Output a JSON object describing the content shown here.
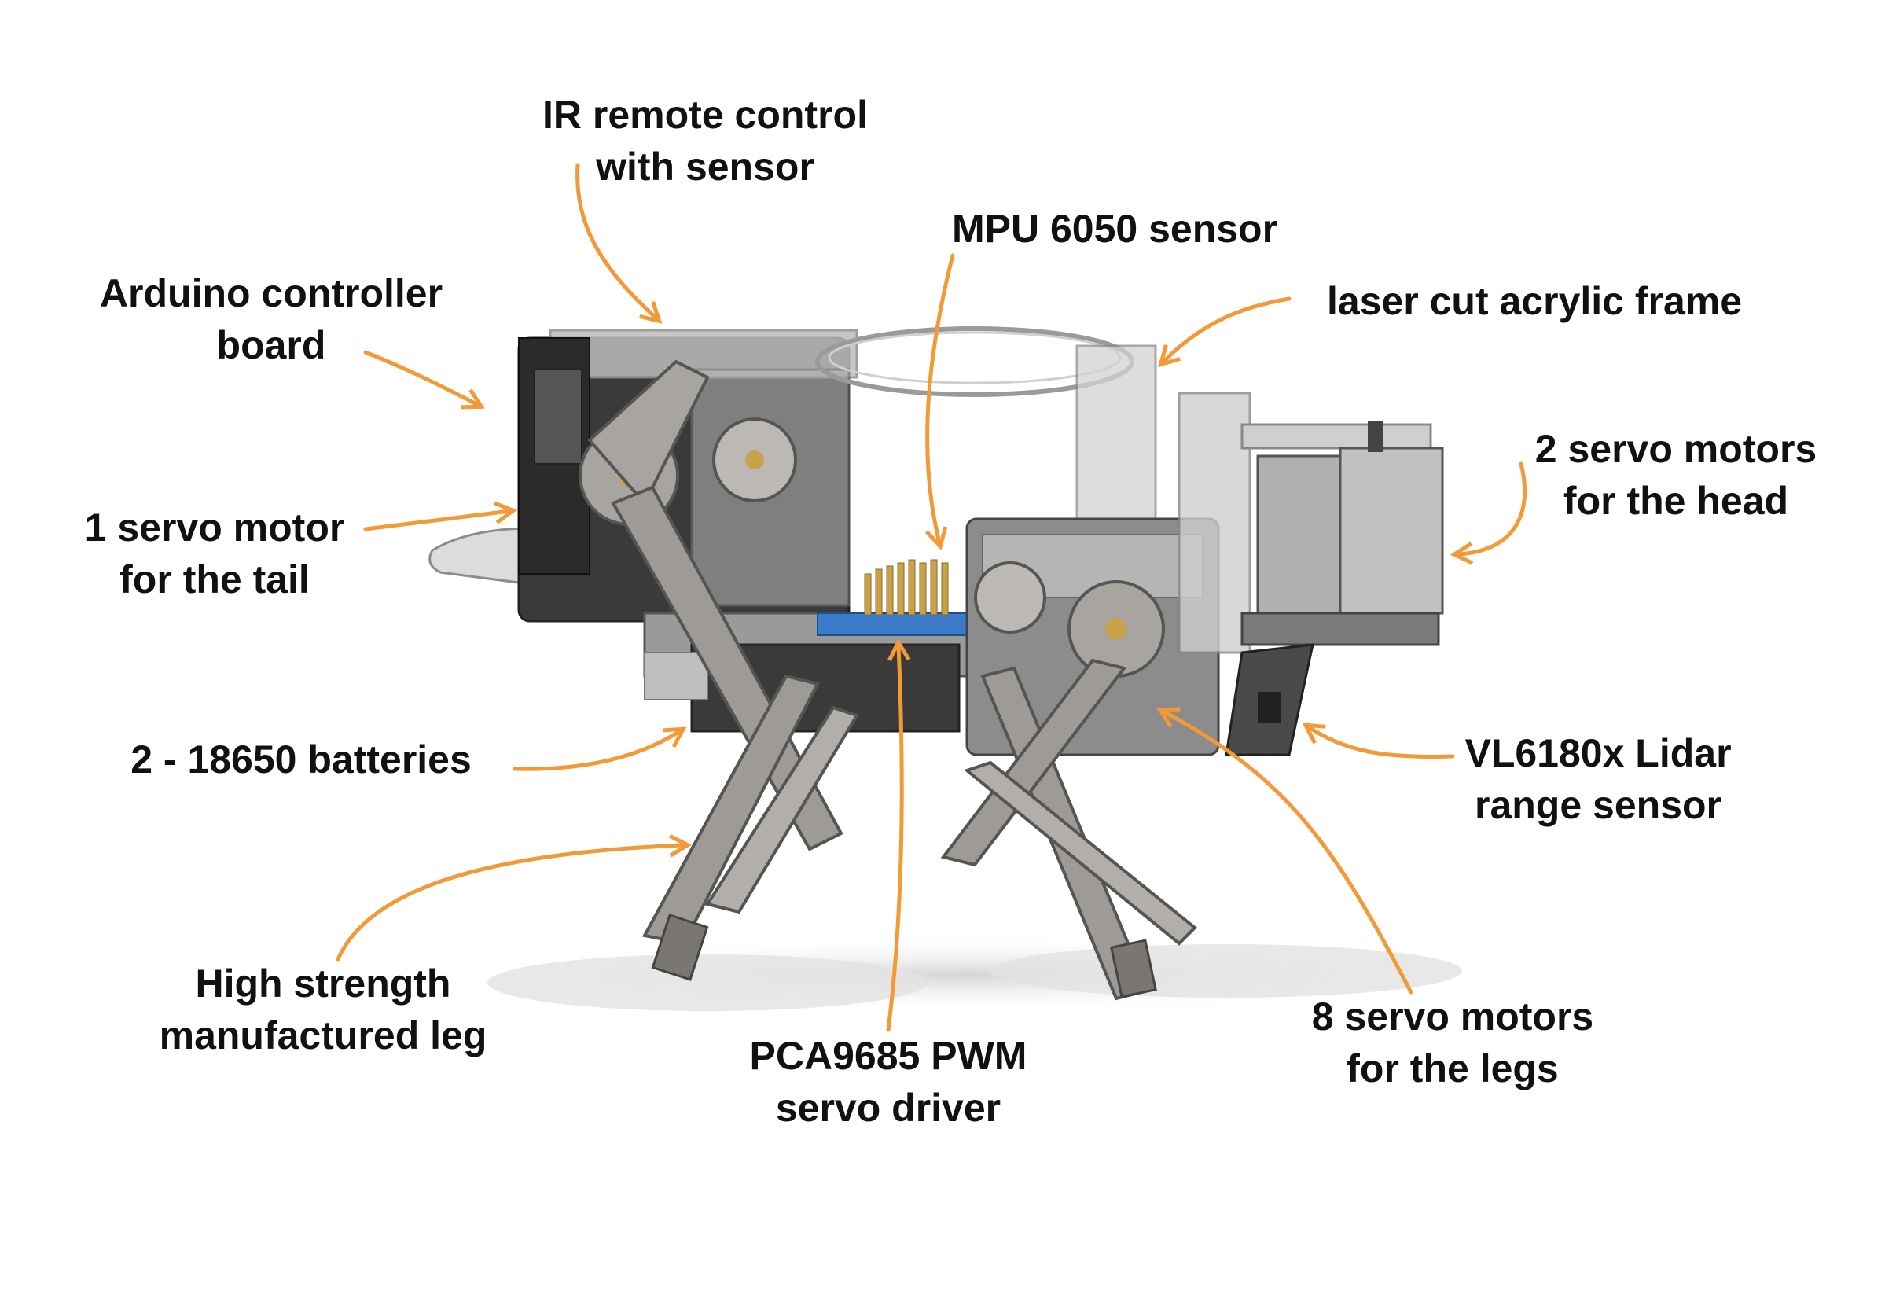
{
  "colors": {
    "arrow": "#F29A38",
    "background": "#FFFFFF",
    "text": "#111111",
    "frame_dark": "#3A3A3A",
    "frame_mid": "#8C8C8C",
    "leg": "#9E9A95",
    "acrylic": "#D9D9D9",
    "driver_blue": "#3C7BC9",
    "brass": "#C9A14A"
  },
  "labels": {
    "ir_remote": [
      "IR remote control",
      "with sensor"
    ],
    "mpu": [
      "MPU 6050 sensor"
    ],
    "laser_frame": [
      "laser cut acrylic frame"
    ],
    "arduino": [
      "Arduino controller",
      "board"
    ],
    "head_servos": [
      "2 servo motors",
      "for the head"
    ],
    "tail_servo": [
      "1 servo motor",
      "for the tail"
    ],
    "batteries": [
      "2 - 18650 batteries"
    ],
    "lidar": [
      "VL6180x Lidar",
      "range sensor"
    ],
    "leg": [
      "High strength",
      "manufactured leg"
    ],
    "pwm_driver": [
      "PCA9685 PWM",
      "servo driver"
    ],
    "leg_servos": [
      "8 servo motors",
      "for the legs"
    ]
  }
}
